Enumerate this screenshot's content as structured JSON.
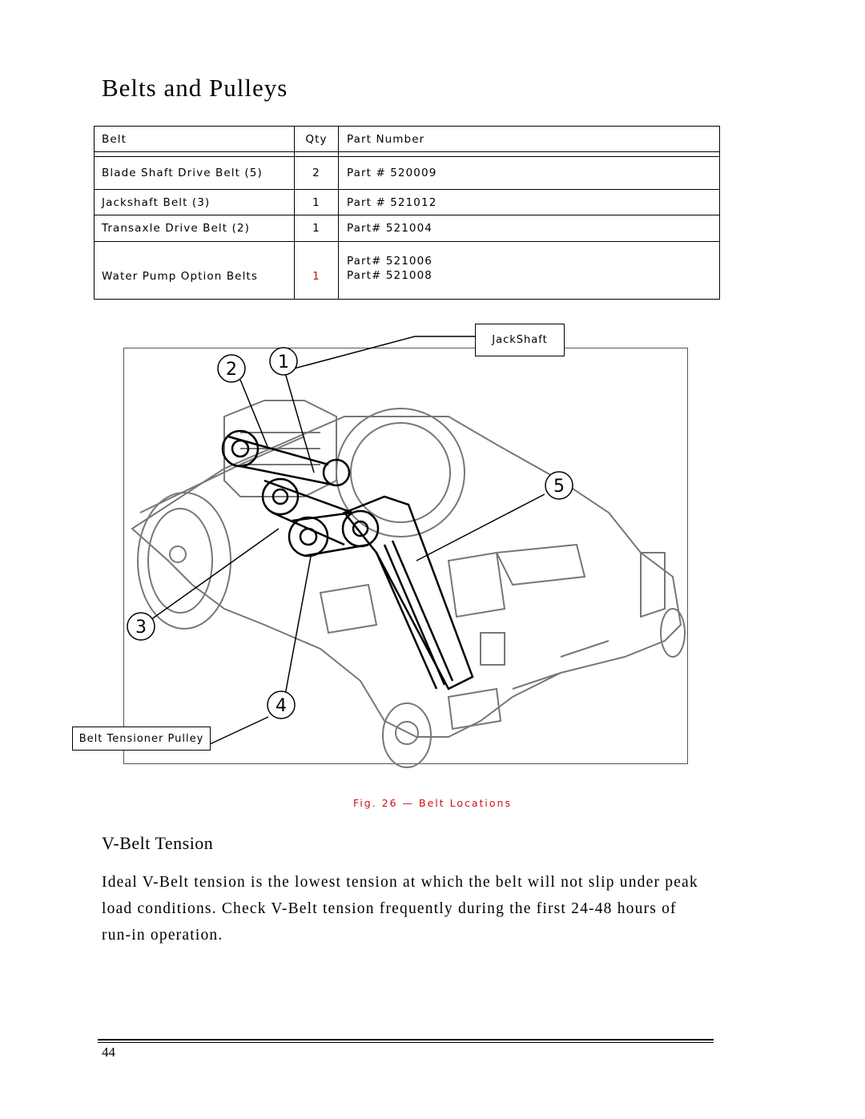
{
  "page": {
    "title": "Belts and Pulleys",
    "section_heading": "V-Belt Tension",
    "paragraph": "Ideal V-Belt tension is the lowest tension at which the belt will not slip under peak load conditions. Check V-Belt tension frequently during the first 24-48 hours of run-in operation.",
    "page_number": "44"
  },
  "table": {
    "headers": {
      "belt": "Belt",
      "qty": "Qty",
      "part": "Part Number"
    },
    "rows": [
      {
        "belt": "Blade Shaft Drive Belt (5)",
        "qty": "2",
        "part": "Part # 520009"
      },
      {
        "belt": "Jackshaft Belt (3)",
        "qty": "1",
        "part": "Part # 521012"
      },
      {
        "belt": "Transaxle Drive Belt (2)",
        "qty": "1",
        "part": "Part# 521004"
      },
      {
        "belt": "Water Pump Option Belts",
        "qty": "1",
        "part_line1": "Part# 521006",
        "part_line2": "Part# 521008"
      }
    ],
    "highlight_color": "#cc1111"
  },
  "figure": {
    "callout_jackshaft": "JackShaft",
    "callout_tensioner": "Belt Tensioner Pulley",
    "numbers": [
      "1",
      "2",
      "3",
      "4",
      "5"
    ],
    "caption": "Fig. 26 — Belt Locations",
    "caption_color": "#cc1111"
  }
}
